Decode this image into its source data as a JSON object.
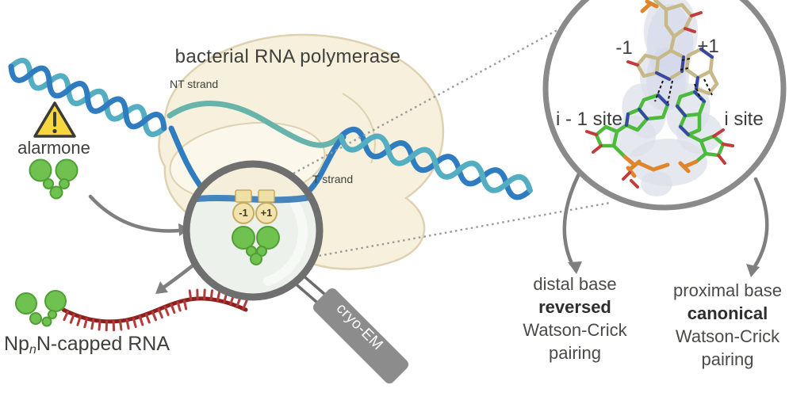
{
  "labels": {
    "title": "bacterial RNA polymerase",
    "nt_strand": "NT strand",
    "t_strand": "T strand",
    "alarmone": "alarmone",
    "minus1_lens": "-1",
    "plus1_lens": "+1",
    "cryo_em": "cryo-EM",
    "npn_prefix": "Np",
    "npn_sub": "n",
    "npn_suffix": "N-capped RNA",
    "minus1_circle": "-1",
    "plus1_circle": "+1",
    "i_minus_1_site": "i - 1 site",
    "i_site": "i site"
  },
  "annotations": {
    "distal": {
      "line1": "distal base",
      "line2": "reversed",
      "line3": "Watson-Crick",
      "line4": "pairing"
    },
    "proximal": {
      "line1": "proximal base",
      "line2": "canonical",
      "line3": "Watson-Crick",
      "line4": "pairing"
    }
  },
  "icons": {
    "warning_icon": "triangle-exclamation",
    "magnifier_icon": "magnifying-glass",
    "alarmone_molecule_icon": "green-nucleoside-cluster",
    "capped_rna_icon": "comb-rna-strand",
    "zoom_cone_icon": "dotted-zoom-lines"
  },
  "colors": {
    "text_dark": "#3f3f3c",
    "polymerase_fill": "#f6f0dc",
    "polymerase_stroke": "#ded2b2",
    "dna_blue": "#2f7dc0",
    "dna_teal": "#54aec2",
    "nt_teal": "#68b4ab",
    "alarmone_green": "#6fc24f",
    "warning_yellow": "#f7d73e",
    "rna_red": "#8e1f1f",
    "rna_tooth": "#b23c3c",
    "arrow_gray": "#7f7f7f",
    "handle_gray": "#8c8c8c",
    "stick_khaki": "#c6b987",
    "stick_green": "#4cbb3c",
    "nitrogen_blue": "#3647a5",
    "oxygen_red": "#c23c3c",
    "phosphorus_orange": "#e0862a"
  }
}
